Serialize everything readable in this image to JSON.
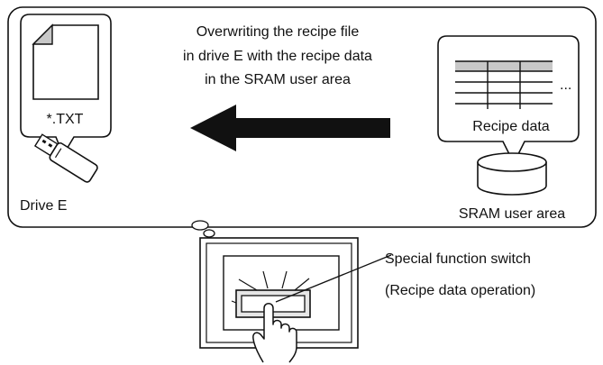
{
  "caption": {
    "line1": "Overwriting the recipe file",
    "line2": "in drive E with the recipe data",
    "line3": "in the SRAM user area"
  },
  "file_label": "*.TXT",
  "drive_label": "Drive E",
  "recipe_label": "Recipe data",
  "ellipsis": "...",
  "sram_label": "SRAM user area",
  "switch_label": "Special function switch",
  "operation_label": "(Recipe data operation)",
  "icons": {
    "file": "document-icon",
    "usb": "usb-drive-icon",
    "table": "recipe-table-icon",
    "storage": "database-cylinder-icon",
    "arrow": "left-arrow-icon",
    "panel": "touch-panel-icon",
    "hand": "pointing-hand-icon"
  },
  "colors": {
    "stroke": "#111111",
    "table_header": "#c8c8c8",
    "doc_corner": "#c8c8c8",
    "switch_fill": "#e6e6e6"
  }
}
